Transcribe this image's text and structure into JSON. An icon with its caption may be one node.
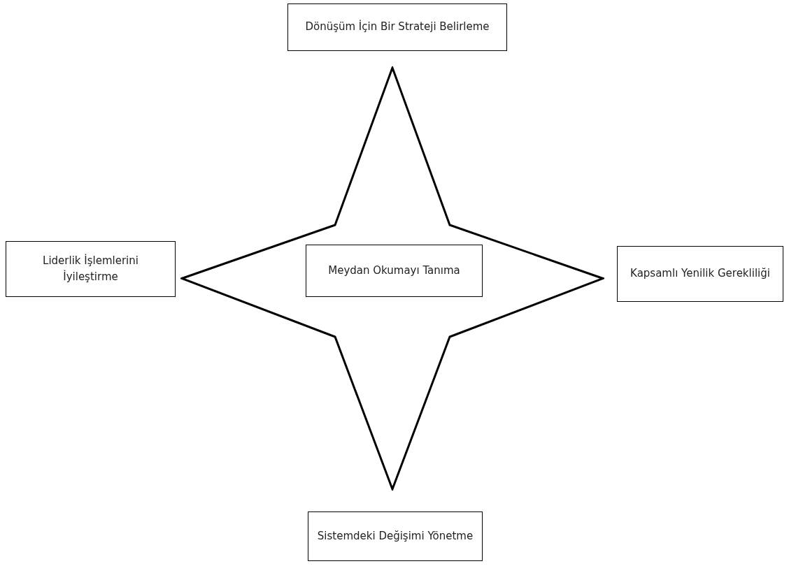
{
  "diagram": {
    "nodes": [
      {
        "text": [
          "Dönüşüm İçin Bir Strateji Belirleme"
        ]
      },
      {
        "text": [],
        "shape": "star"
      },
      {
        "text": [
          "Meydan Okumayı Tanıma"
        ],
        "in": 1
      },
      {
        "text": [
          "Liderlik İşlemlerini İyileştirme"
        ]
      },
      {
        "text": [
          "Kapsamlı Yenilik Gerekliliği"
        ]
      },
      {
        "text": [
          "Sistemdeki Değişimi Yönetme"
        ]
      }
    ]
  }
}
